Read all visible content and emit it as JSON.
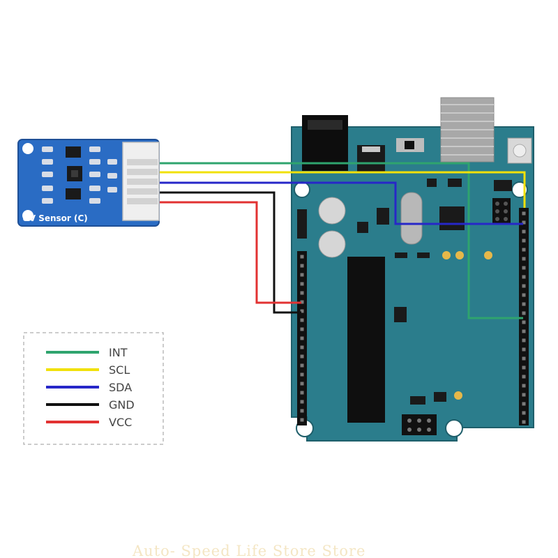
{
  "sensor": {
    "label": "UV Sensor (C)",
    "board_color": "#2a6cc4"
  },
  "arduino": {
    "board_color": "#2b7d8c"
  },
  "legend": {
    "items": [
      {
        "label": "INT",
        "color": "#2fa46e"
      },
      {
        "label": "SCL",
        "color": "#f1e10a"
      },
      {
        "label": "SDA",
        "color": "#2727c8"
      },
      {
        "label": "GND",
        "color": "#111111"
      },
      {
        "label": "VCC",
        "color": "#e23232"
      }
    ]
  },
  "watermark": "Auto- Speed Life Store Store"
}
